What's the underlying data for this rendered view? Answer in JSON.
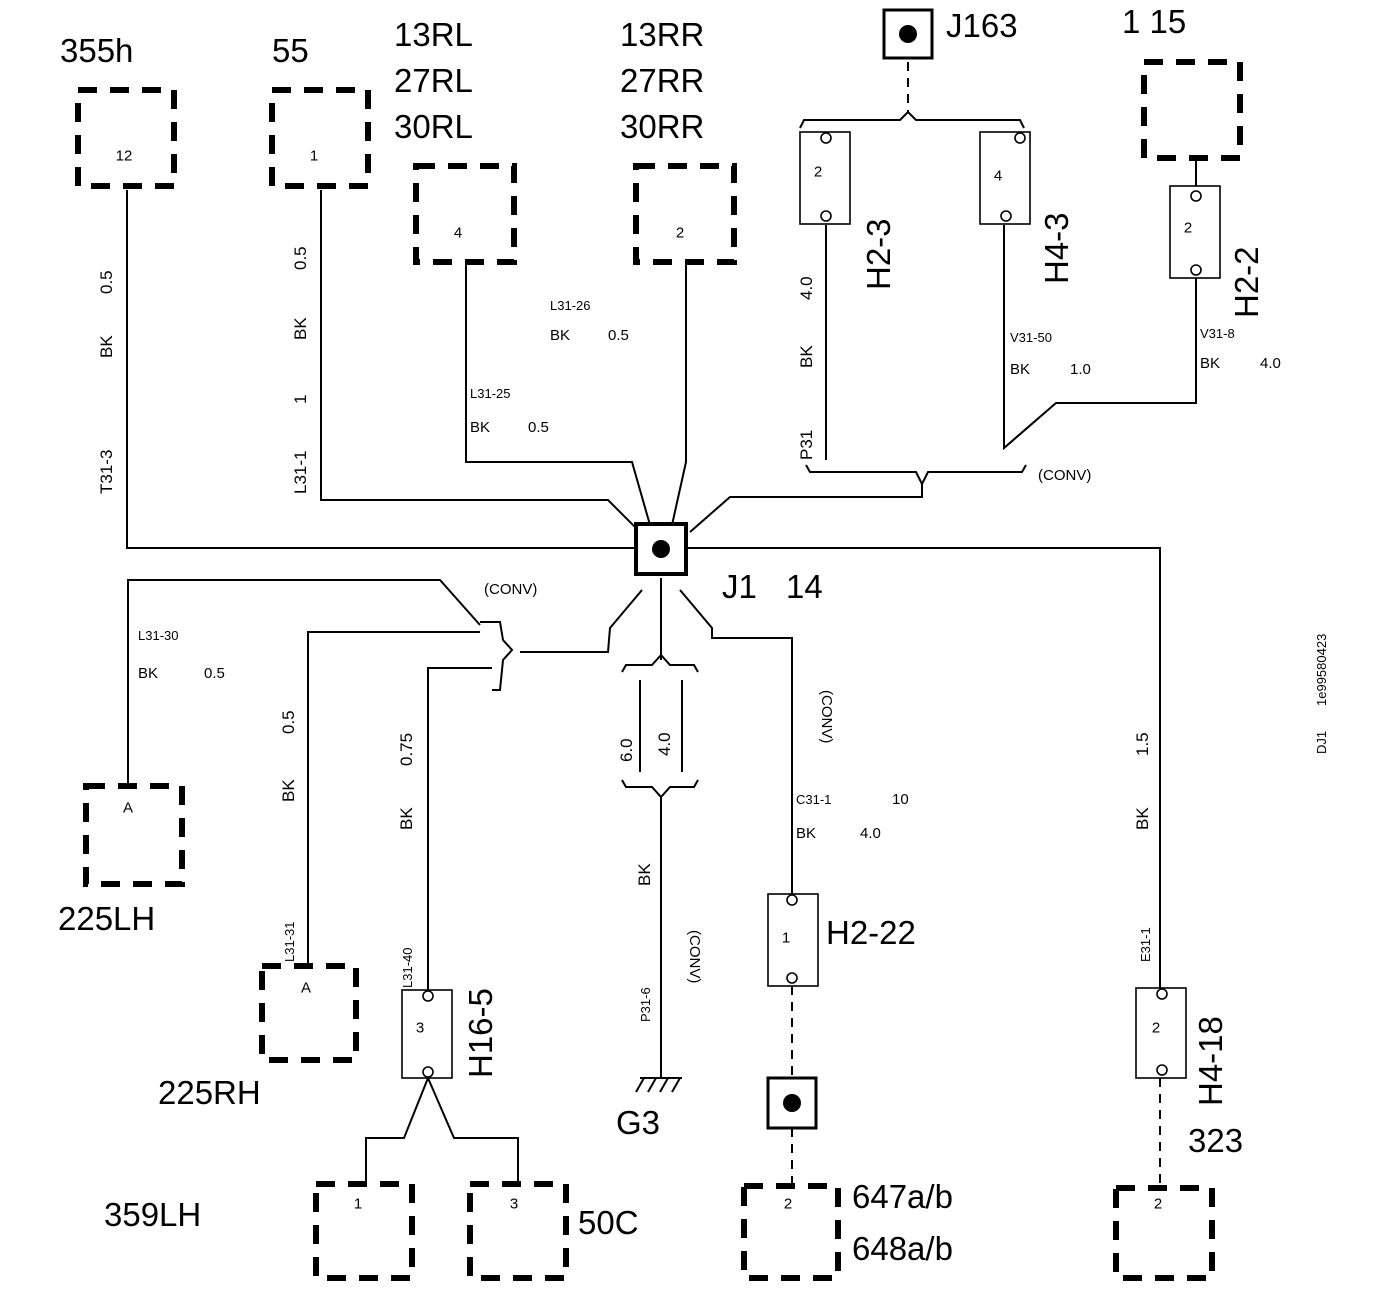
{
  "diagram_id": "DJ1",
  "ref_code": "1e99580423",
  "junction": {
    "id": "J1",
    "number": "14"
  },
  "components": [
    {
      "id": "355h",
      "pin": "12"
    },
    {
      "id": "55",
      "pin": "1"
    },
    {
      "id": [
        "13RL",
        "27RL",
        "30RL"
      ],
      "pin": "4"
    },
    {
      "id": [
        "13RR",
        "27RR",
        "30RR"
      ],
      "pin": "2"
    },
    {
      "id": "J163"
    },
    {
      "id": "1 15"
    },
    {
      "id": "225LH",
      "pin": "A"
    },
    {
      "id": "225RH",
      "pin": "A"
    },
    {
      "id": "359LH",
      "pin": "1"
    },
    {
      "id": "50C",
      "pin": "3"
    },
    {
      "id": [
        "647a/b",
        "648a/b"
      ],
      "pin": "2"
    },
    {
      "id": "323",
      "pin": "2"
    },
    {
      "id": "G3"
    }
  ],
  "connectors": [
    {
      "id": "H2-3",
      "pin": "2"
    },
    {
      "id": "H4-3",
      "pin": "4"
    },
    {
      "id": "H2-2",
      "pin": "2"
    },
    {
      "id": "H16-5",
      "pin": "3"
    },
    {
      "id": "H2-22",
      "pin": "1"
    },
    {
      "id": "H4-18",
      "pin": "2"
    }
  ],
  "wires": [
    {
      "circuit": "T31-3",
      "color": "BK",
      "gauge": "0.5"
    },
    {
      "circuit": "L31-1",
      "color": "BK",
      "gauge": "0.5",
      "extra": "1"
    },
    {
      "circuit": "L31-25",
      "color": "BK",
      "gauge": "0.5"
    },
    {
      "circuit": "L31-26",
      "color": "BK",
      "gauge": "0.5"
    },
    {
      "circuit": "P31",
      "color": "BK",
      "gauge": "4.0"
    },
    {
      "circuit": "V31-50",
      "color": "BK",
      "gauge": "1.0"
    },
    {
      "circuit": "V31-8",
      "color": "BK",
      "gauge": "4.0"
    },
    {
      "circuit": "L31-30",
      "color": "BK",
      "gauge": "0.5"
    },
    {
      "circuit": "L31-31",
      "color": "BK",
      "gauge": "0.5"
    },
    {
      "circuit": "L31-40",
      "color": "BK",
      "gauge": "0.75"
    },
    {
      "circuit": "P31-6",
      "color": "BK",
      "gauge_a": "6.0",
      "gauge_b": "4.0"
    },
    {
      "circuit": "C31-1",
      "color": "BK",
      "gauge": "4.0",
      "extra": "10"
    },
    {
      "circuit": "E31-1",
      "color": "BK",
      "gauge": "1.5"
    }
  ],
  "conv_label": "(CONV)",
  "conv_label_spaced": "(CONV)"
}
